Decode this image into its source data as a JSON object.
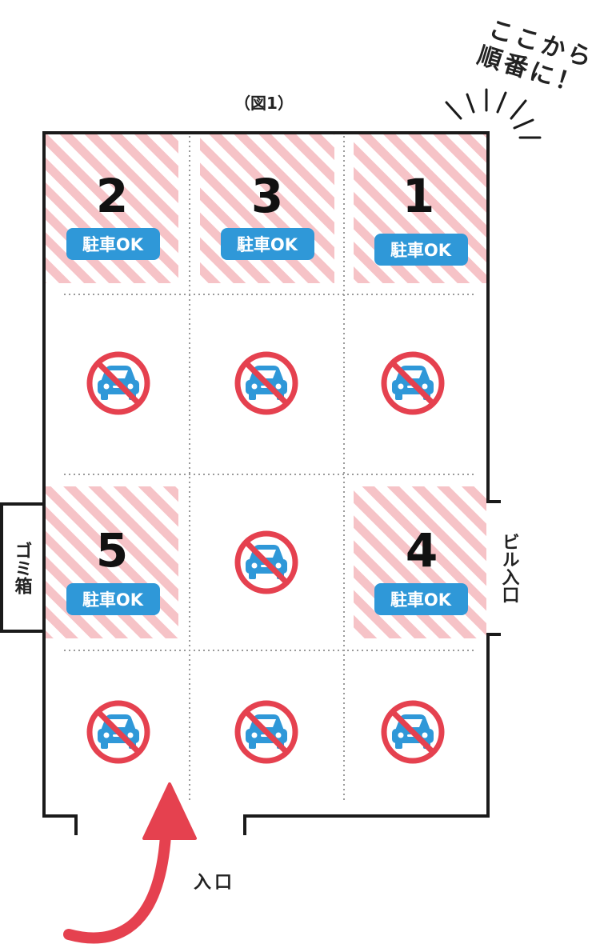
{
  "figure_caption": "（図1）",
  "note": {
    "line1": "ここから",
    "line2": "順番に！"
  },
  "labels": {
    "garbage": "ゴミ箱",
    "building_entrance": "ビル入口",
    "entrance": "入口"
  },
  "parking_ok_label": "駐車OK",
  "spots": [
    {
      "order": "2",
      "label": "駐車OK"
    },
    {
      "order": "3",
      "label": "駐車OK"
    },
    {
      "order": "1",
      "label": "駐車OK"
    },
    {
      "order": "5",
      "label": "駐車OK"
    },
    {
      "order": "4",
      "label": "駐車OK"
    }
  ],
  "no_parking_icon": "no-parking-car-icon",
  "colors": {
    "outline": "#1a1a1a",
    "stripe_pink": "#f6c3c7",
    "badge_blue": "#2f98d8",
    "no_parking_red": "#e5414f",
    "car_blue": "#2f98d8",
    "arrow_red": "#e5414f"
  }
}
